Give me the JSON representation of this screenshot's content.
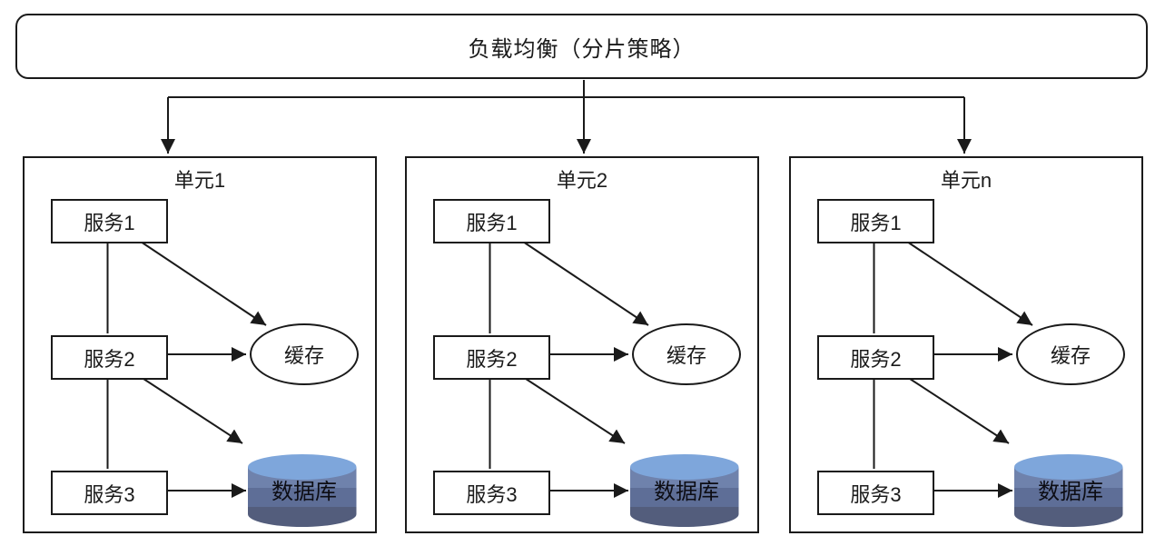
{
  "banner": {
    "label": "负载均衡（分片策略）"
  },
  "units": [
    {
      "title": "单元1",
      "services": [
        "服务1",
        "服务2",
        "服务3"
      ],
      "cache_label": "缓存",
      "db_label": "数据库"
    },
    {
      "title": "单元2",
      "services": [
        "服务1",
        "服务2",
        "服务3"
      ],
      "cache_label": "缓存",
      "db_label": "数据库"
    },
    {
      "title": "单元n",
      "services": [
        "服务1",
        "服务2",
        "服务3"
      ],
      "cache_label": "缓存",
      "db_label": "数据库"
    }
  ],
  "colors": {
    "line": "#1a1a1a",
    "db_top": "#7EA6DB",
    "db_band1": "#6F82AC",
    "db_band2": "#5E6E97",
    "db_band3": "#535D7C"
  }
}
